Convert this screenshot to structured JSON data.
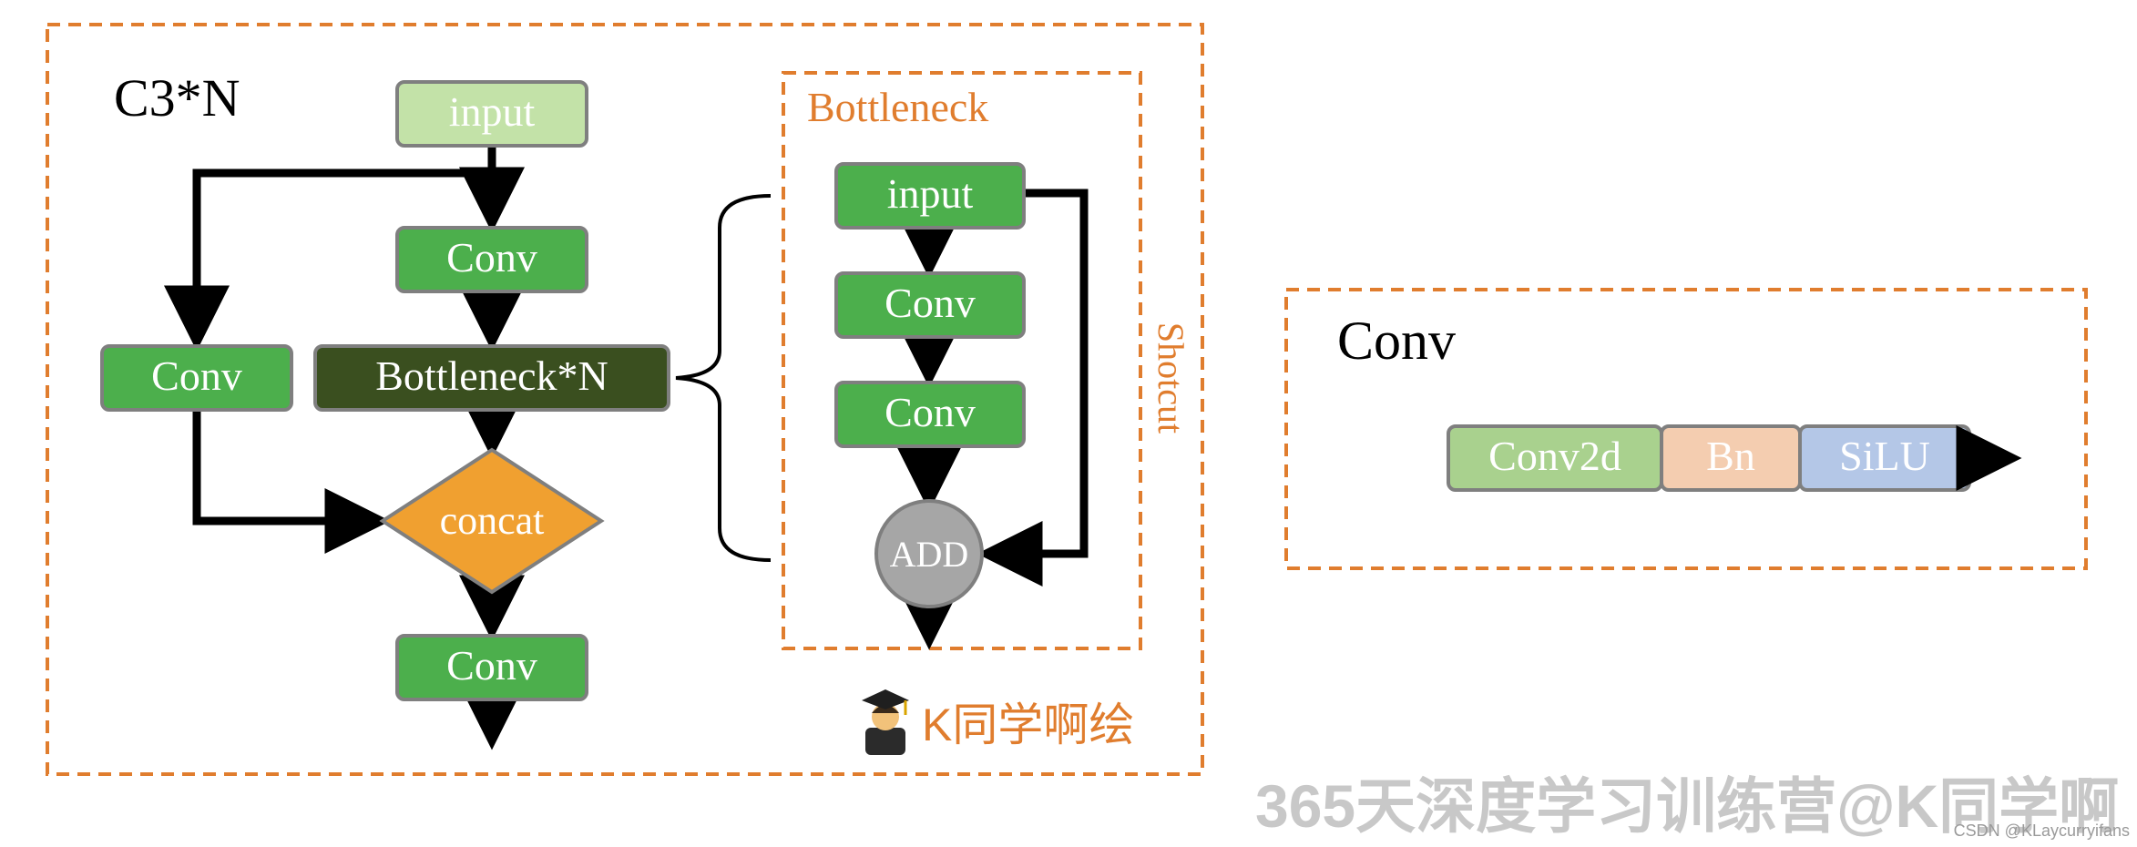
{
  "colors": {
    "dashed_frame": "#e07d2e",
    "box_green": "#4caf4c",
    "box_light_green": "#c3e2a8",
    "box_dark_green": "#3a4f1f",
    "concat_fill": "#f0a030",
    "add_fill": "#a6a6a6",
    "box_border": "#7f7f7f",
    "conv2d_fill": "#a9d18e",
    "bn_fill": "#f4cdb0",
    "silu_fill": "#b4c7e7",
    "arrow": "#000000",
    "watermark": "#c8c8c8"
  },
  "c3": {
    "title": "C3*N",
    "input_label": "input",
    "conv_top_label": "Conv",
    "conv_side_label": "Conv",
    "bottleneck_n_label": "Bottleneck*N",
    "concat_label": "concat",
    "conv_bottom_label": "Conv"
  },
  "bottleneck": {
    "title": "Bottleneck",
    "input_label": "input",
    "conv1_label": "Conv",
    "conv2_label": "Conv",
    "add_label": "ADD",
    "shortcut_label": "Shotcut"
  },
  "conv_module": {
    "title": "Conv",
    "conv2d_label": "Conv2d",
    "bn_label": "Bn",
    "silu_label": "SiLU"
  },
  "author": {
    "icon": "student-icon",
    "label": "K同学啊绘"
  },
  "watermark": {
    "main": "365天深度学习训练营@K同学啊",
    "small": "CSDN @KLaycurryifans"
  }
}
